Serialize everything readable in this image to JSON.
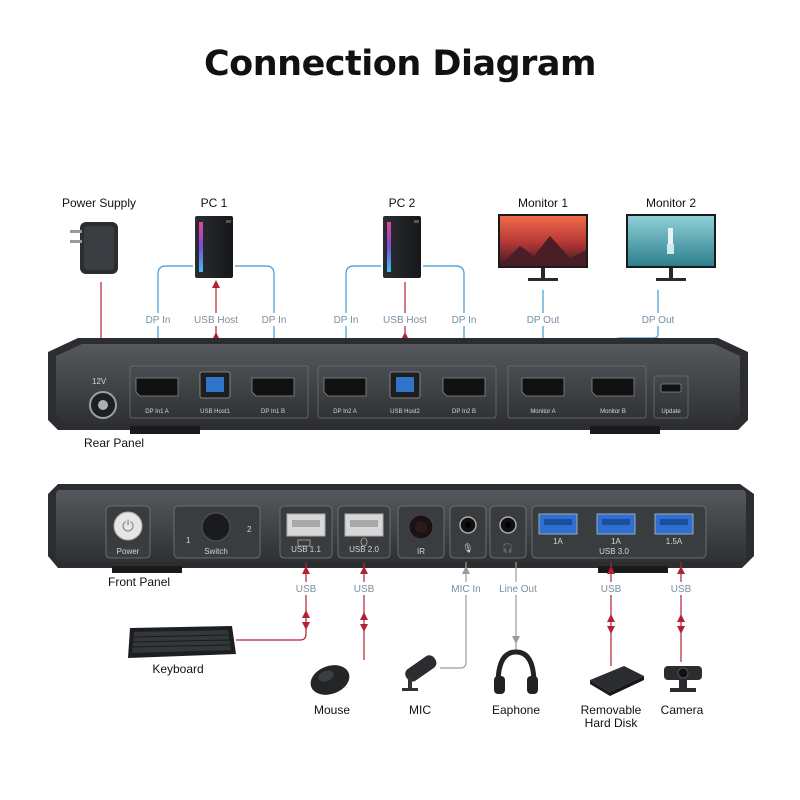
{
  "title": "Connection Diagram",
  "devices_top": {
    "power_supply": "Power Supply",
    "pc1": "PC 1",
    "pc2": "PC 2",
    "monitor1": "Monitor 1",
    "monitor2": "Monitor 2"
  },
  "cables_top": {
    "dp_in_1a": "DP In",
    "usb_host_1": "USB Host",
    "dp_in_1b": "DP In",
    "dp_in_2a": "DP In",
    "usb_host_2": "USB Host",
    "dp_in_2b": "DP In",
    "dp_out_1": "DP Out",
    "dp_out_2": "DP Out"
  },
  "rear_panel": {
    "label": "Rear Panel",
    "voltage": "12V",
    "ports": [
      "DP In1 A",
      "USB Host1",
      "DP In1 B",
      "DP In2 A",
      "USB Host2",
      "DP In2 B",
      "Monitor A",
      "Monitor B",
      "Update"
    ]
  },
  "front_panel": {
    "label": "Front Panel",
    "power": "Power",
    "switch": "Switch",
    "switch_1": "1",
    "switch_2": "2",
    "usb11": "USB 1.1",
    "usb20": "USB 2.0",
    "ir": "IR",
    "usb30": "USB 3.0",
    "usb_a1": "1A",
    "usb_a2": "1A",
    "usb_a3": "1.5A"
  },
  "cables_bottom": {
    "usb_kb": "USB",
    "usb_mouse": "USB",
    "mic_in": "MIC In",
    "line_out": "Line Out",
    "usb_disk": "USB",
    "usb_camera": "USB"
  },
  "devices_bottom": {
    "keyboard": "Keyboard",
    "mouse": "Mouse",
    "mic": "MIC",
    "earphone": "Eaphone",
    "disk_1": "Removable",
    "disk_2": "Hard Disk",
    "camera": "Camera"
  },
  "colors": {
    "blue_cable": "#3a9bd6",
    "red_cable": "#b22234",
    "gray_cable": "#9a9a9a",
    "panel": "#3d4043"
  }
}
